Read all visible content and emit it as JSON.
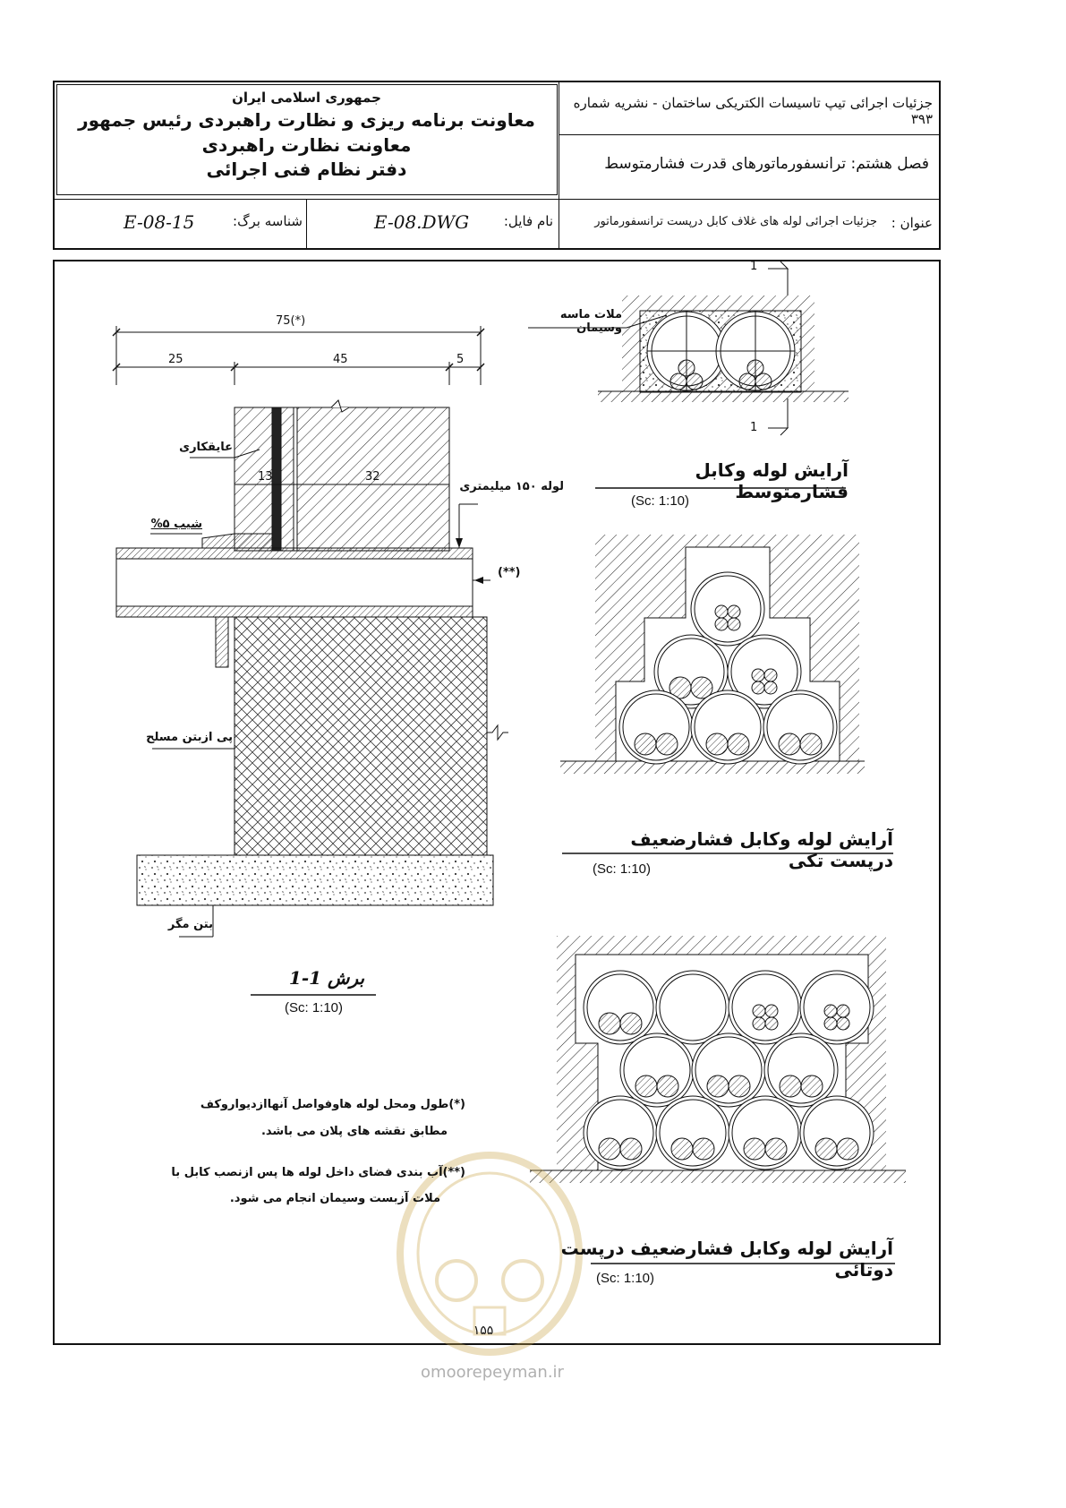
{
  "header": {
    "gov_line1": "جمهوری اسلامی ایران",
    "gov_line2": "معاونت برنامه ریزی و نظارت راهبردی رئیس جمهور",
    "gov_line3": "معاونت نظارت راهبردی",
    "gov_line4": "دفتر نظام فنی اجرائی",
    "publication": "جزئیات اجرائی تیپ تاسیسات الکتریکی ساختمان - نشریه شماره ۳۹۳",
    "chapter": "فصل هشتم: ترانسفورماتورهای قدرت فشارمتوسط",
    "title_label": "عنوان :",
    "title_value": "جزئیات اجرائی لوله های غلاف کابل درپست ترانسفورماتور",
    "sheet_id_label": "شناسه برگ:",
    "sheet_id": "E-08-15",
    "file_label": "نام فایل:",
    "file_name": "E-08.DWG"
  },
  "section": {
    "dims": {
      "total": "75(*)",
      "d25": "25",
      "d45": "45",
      "d5": "5",
      "d13": "13",
      "d32": "32"
    },
    "labels": {
      "insulation": "عایقکاری",
      "pipe150": "لوله ۱۵۰ میلیمتری",
      "slope": "شیب ۵%",
      "double_star": "(**)",
      "footing": "پی ازبتن مسلح",
      "lean_concrete": "بتن مگر"
    },
    "title": "برش 1-1",
    "scale": "(Sc: 1:10)"
  },
  "detail_mv": {
    "marker_top": "1",
    "marker_bottom": "1",
    "mortar_label": "ملات ماسه وسیمان",
    "title": "آرایش لوله وکابل فشارمتوسط",
    "scale": "(Sc: 1:10)"
  },
  "detail_lv_single": {
    "title": "آرایش لوله وکابل فشارضعیف درپست تکی",
    "scale": "(Sc: 1:10)"
  },
  "detail_lv_double": {
    "title": "آرایش لوله وکابل فشارضعیف درپست دوتائی",
    "scale": "(Sc: 1:10)"
  },
  "notes": {
    "note1_line1": "(*)طول ومحل لوله هاوفواصل آنهاازدیواروکف",
    "note1_line2": "مطابق نقشه های پلان می باشد.",
    "note2_line1": "(**)آب بندی فضای داخل لوله ها پس ازنصب کابل با",
    "note2_line2": "ملات آزبست وسیمان انجام می شود."
  },
  "footer": {
    "page_number": "۱۵۵",
    "watermark_site": "omoorepeyman.ir"
  }
}
